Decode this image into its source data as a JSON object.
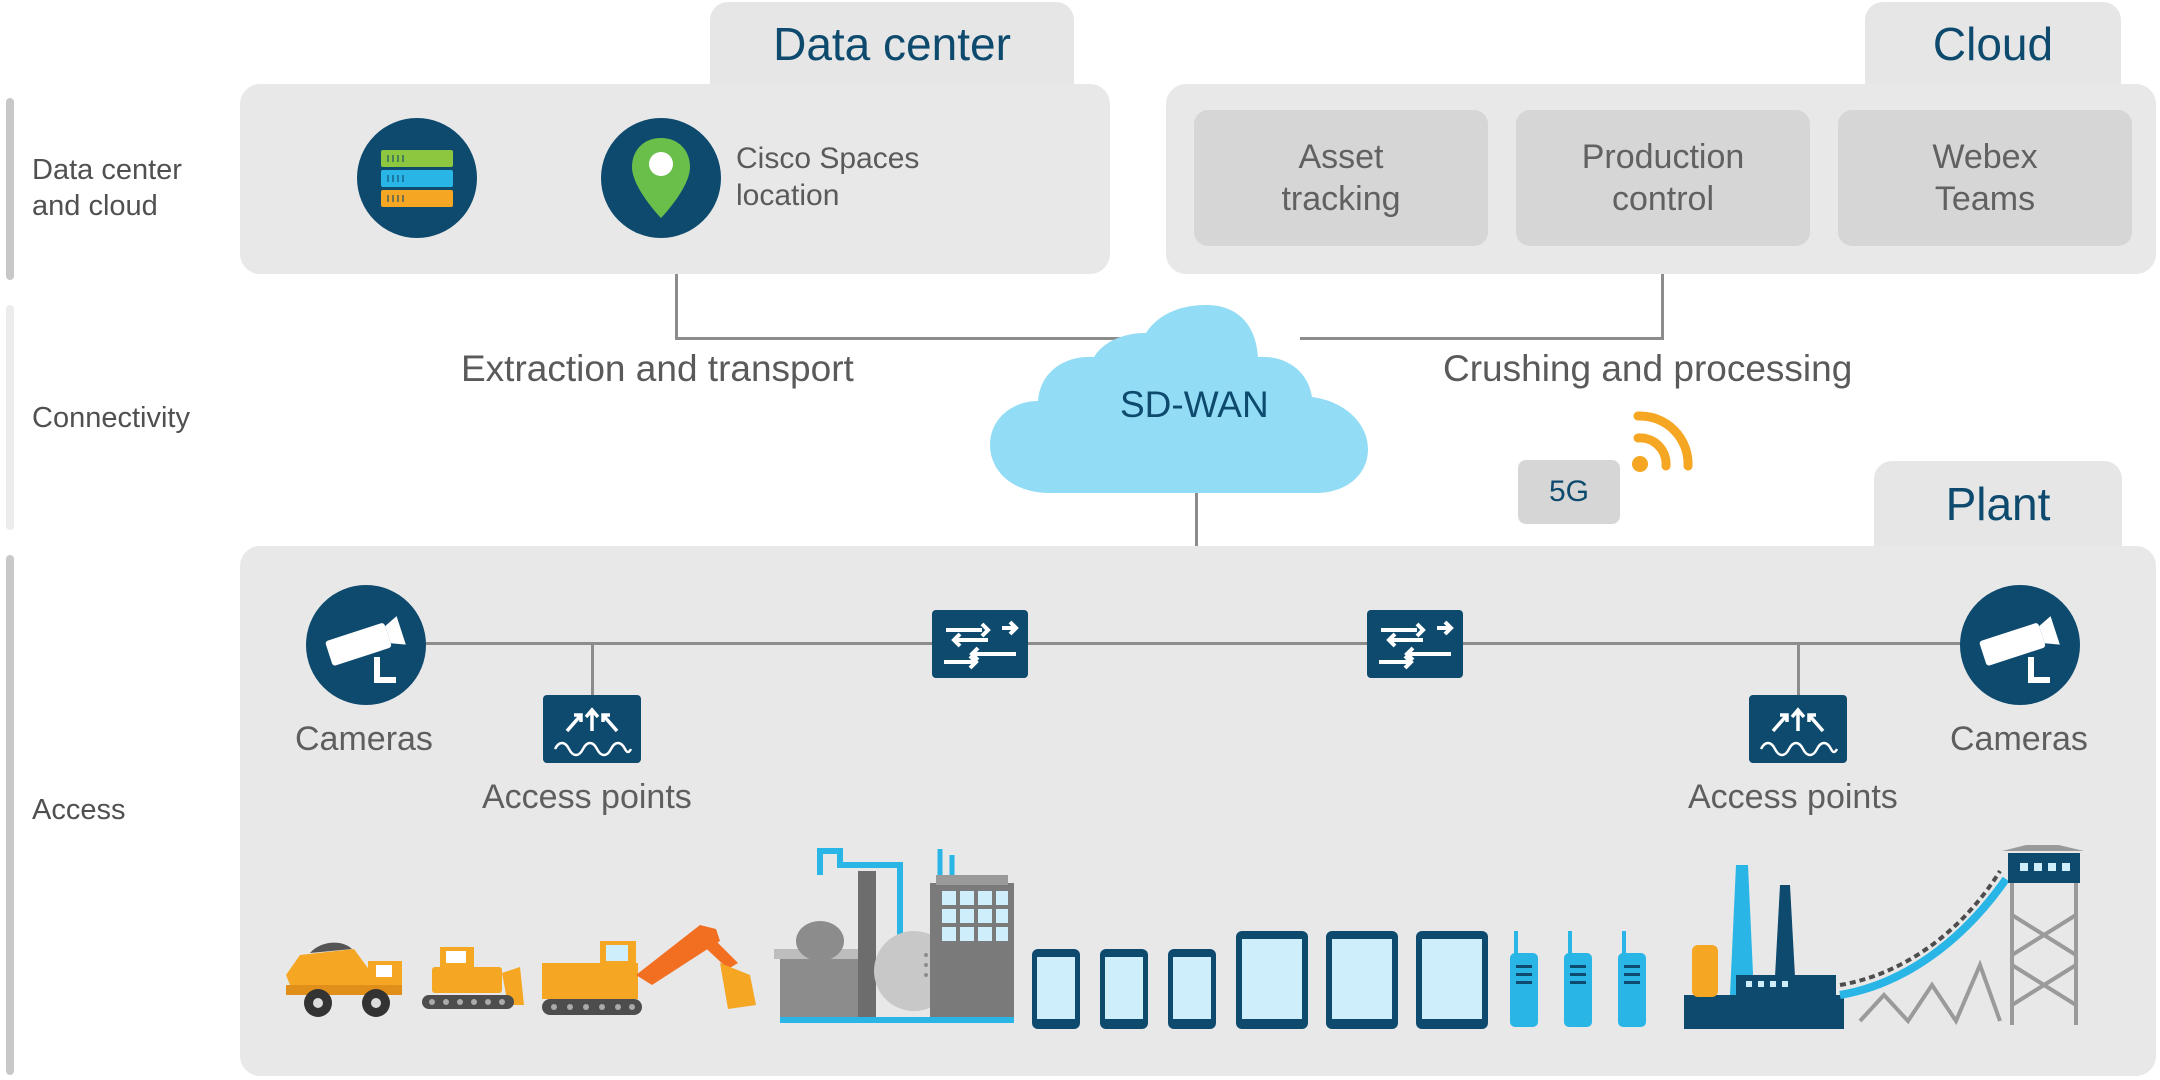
{
  "row_labels": {
    "dc_cloud": [
      "Data center",
      "and cloud"
    ],
    "connectivity": "Connectivity",
    "access": "Access"
  },
  "tabs": {
    "data_center": "Data center",
    "cloud": "Cloud",
    "plant": "Plant"
  },
  "data_center": {
    "location_label": [
      "Cisco Spaces",
      "location"
    ]
  },
  "cloud_apps": [
    {
      "line1": "Asset",
      "line2": "tracking"
    },
    {
      "line1": "Production",
      "line2": "control"
    },
    {
      "line1": "Webex",
      "line2": "Teams"
    }
  ],
  "connectivity": {
    "left_label": "Extraction and transport",
    "right_label": "Crushing and processing",
    "sdwan": "SD-WAN",
    "fiveg": "5G"
  },
  "access": {
    "cameras_left": "Cameras",
    "cameras_right": "Cameras",
    "ap_left": "Access points",
    "ap_right": "Access points"
  },
  "colors": {
    "navy": "#0d4a6e",
    "cloud_blue": "#93dcf5",
    "orange": "#f5a623",
    "panel_gray": "#e8e8e8",
    "box_gray": "#d6d6d6"
  }
}
